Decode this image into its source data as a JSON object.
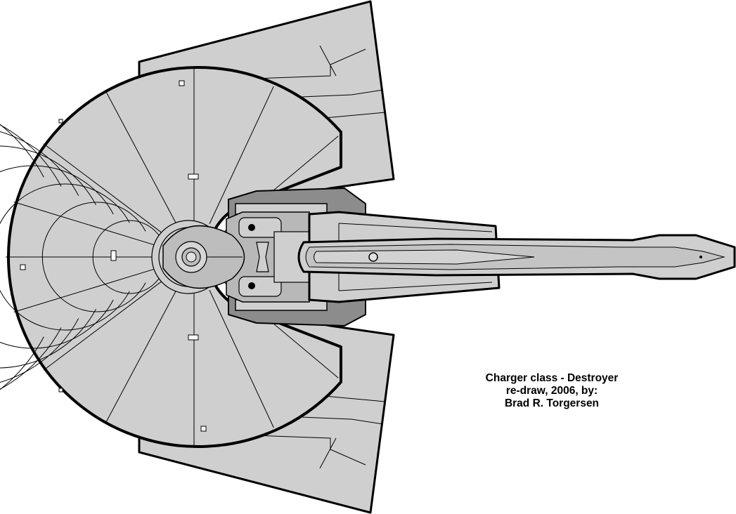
{
  "caption": {
    "line1": "Charger class - Destroyer",
    "line2": "re-draw, 2006, by:",
    "line3": "Brad R. Torgersen"
  },
  "colors": {
    "hull": "#cfcfcf",
    "hull_dark": "#8c8c8c",
    "hull_mid": "#b8b8b8",
    "outline": "#000000",
    "background": "#ffffff"
  }
}
